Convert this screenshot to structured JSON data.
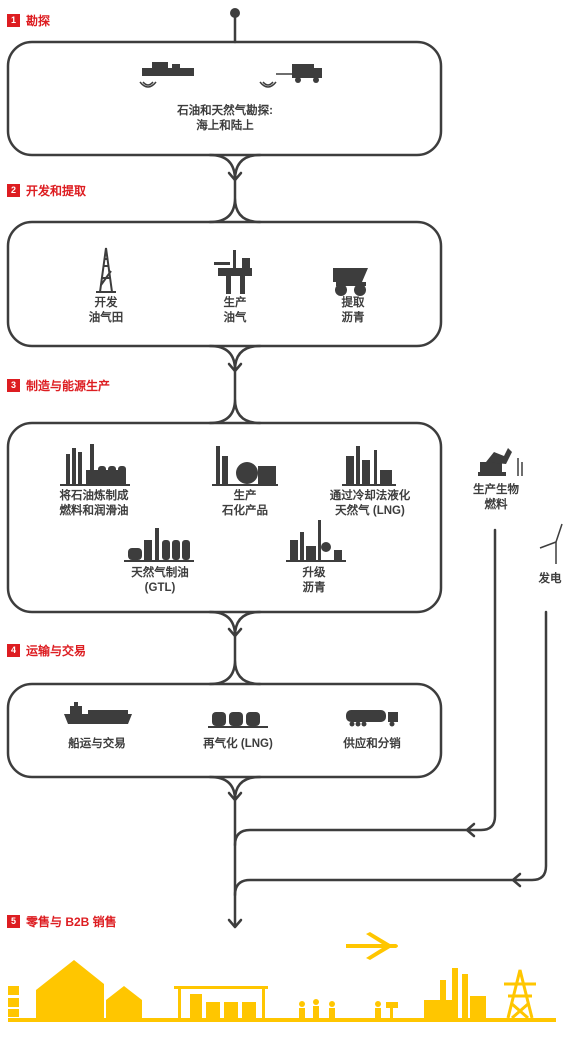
{
  "sections": [
    {
      "num": "1",
      "title": "勘探"
    },
    {
      "num": "2",
      "title": "开发和提取"
    },
    {
      "num": "3",
      "title": "制造与能源生产"
    },
    {
      "num": "4",
      "title": "运输与交易"
    },
    {
      "num": "5",
      "title": "零售与 B2B 销售"
    }
  ],
  "exploration": {
    "line1": "石油和天然气勘探:",
    "line2": "海上和陆上"
  },
  "development": [
    {
      "line1": "开发",
      "line2": "油气田",
      "icon": "oil-derrick-icon"
    },
    {
      "line1": "生产",
      "line2": "油气",
      "icon": "offshore-platform-icon"
    },
    {
      "line1": "提取",
      "line2": "沥青",
      "icon": "mining-truck-icon"
    }
  ],
  "manufacturing": [
    {
      "line1": "将石油炼制成",
      "line2": "燃料和润滑油",
      "icon": "refinery-icon"
    },
    {
      "line1": "生产",
      "line2": "石化产品",
      "icon": "chemical-plant-icon"
    },
    {
      "line1": "通过冷却法液化",
      "line2": "天然气 (LNG)",
      "icon": "lng-plant-icon"
    },
    {
      "line1": "天然气制油",
      "line2": "(GTL)",
      "icon": "gtl-plant-icon"
    },
    {
      "line1": "升级",
      "line2": "沥青",
      "icon": "upgrader-icon"
    }
  ],
  "side": [
    {
      "line1": "生产生物",
      "line2": "燃料",
      "icon": "biofuel-excavator-icon"
    },
    {
      "line1": "发电",
      "line2": "",
      "icon": "wind-turbine-icon"
    }
  ],
  "transport": [
    {
      "label": "船运与交易",
      "icon": "tanker-ship-icon"
    },
    {
      "label": "再气化 (LNG)",
      "icon": "regasification-icon"
    },
    {
      "label": "供应和分销",
      "icon": "tanker-truck-icon"
    }
  ],
  "colors": {
    "accent": "#dd1d21",
    "line": "#3d3d3d",
    "retail": "#ffc600"
  }
}
